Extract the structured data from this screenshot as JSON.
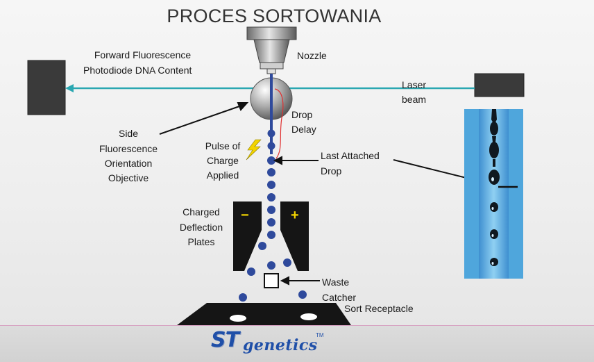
{
  "title": "PROCES SORTOWANIA",
  "labels": {
    "forward_line1": "Forward Fluorescence",
    "forward_line2": "Photodiode  DNA Content",
    "nozzle": "Nozzle",
    "laser_line1": "Laser",
    "laser_line2": "beam",
    "drop_line1": "Drop",
    "drop_line2": "Delay",
    "side_line1": "Side",
    "side_line2": "Fluorescence",
    "side_line3": "Orientation",
    "side_line4": "Objective",
    "pulse_line1": "Pulse of",
    "pulse_line2": "Charge",
    "pulse_line3": "Applied",
    "last_line1": "Last Attached",
    "last_line2": "Drop",
    "charged_line1": "Charged",
    "charged_line2": "Deflection",
    "charged_line3": "Plates",
    "minus": "−",
    "plus": "+",
    "waste_line1": "Waste",
    "waste_line2": "Catcher",
    "sort_receptacle": "Sort Receptacle"
  },
  "logo": {
    "st": "ST",
    "genetics": "genetics",
    "tm": "TM"
  },
  "colors": {
    "laser": "#2aa7b1",
    "drop": "#2f4a9c",
    "plate": "#151515",
    "charge_sign": "#f2d400",
    "logo": "#1f4fa8",
    "photo_background": "#4fa6dc"
  },
  "icons": [
    "lightning-bolt-icon"
  ]
}
